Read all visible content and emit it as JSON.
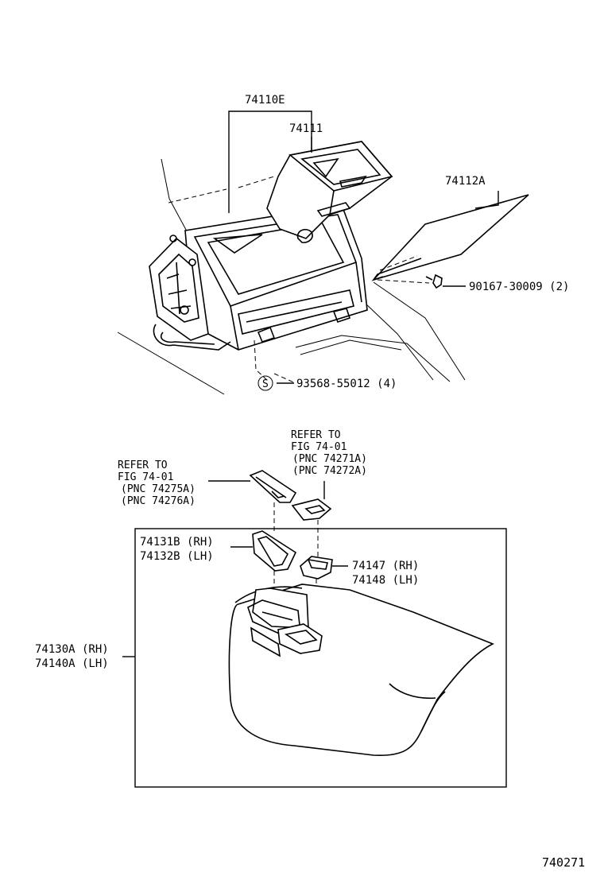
{
  "callouts": {
    "p74110E": "74110E",
    "p74111": "74111",
    "p74112A": "74112A",
    "screw": "90167-30009 (2)",
    "clip_mark": "S",
    "clip": "93568-55012 (4)",
    "ref_right": [
      "REFER TO",
      "FIG 74-01",
      "(PNC 74271A)",
      "(PNC 74272A)"
    ],
    "ref_left": [
      "REFER TO",
      "FIG 74-01",
      "(PNC 74275A)",
      "(PNC 74276A)"
    ],
    "p74131B": "74131B (RH)",
    "p74132B": "74132B (LH)",
    "p74147": "74147 (RH)",
    "p74148": "74148 (LH)",
    "p74130A": "74130A (RH)",
    "p74140A": "74140A (LH)"
  },
  "figure_number": "740271"
}
